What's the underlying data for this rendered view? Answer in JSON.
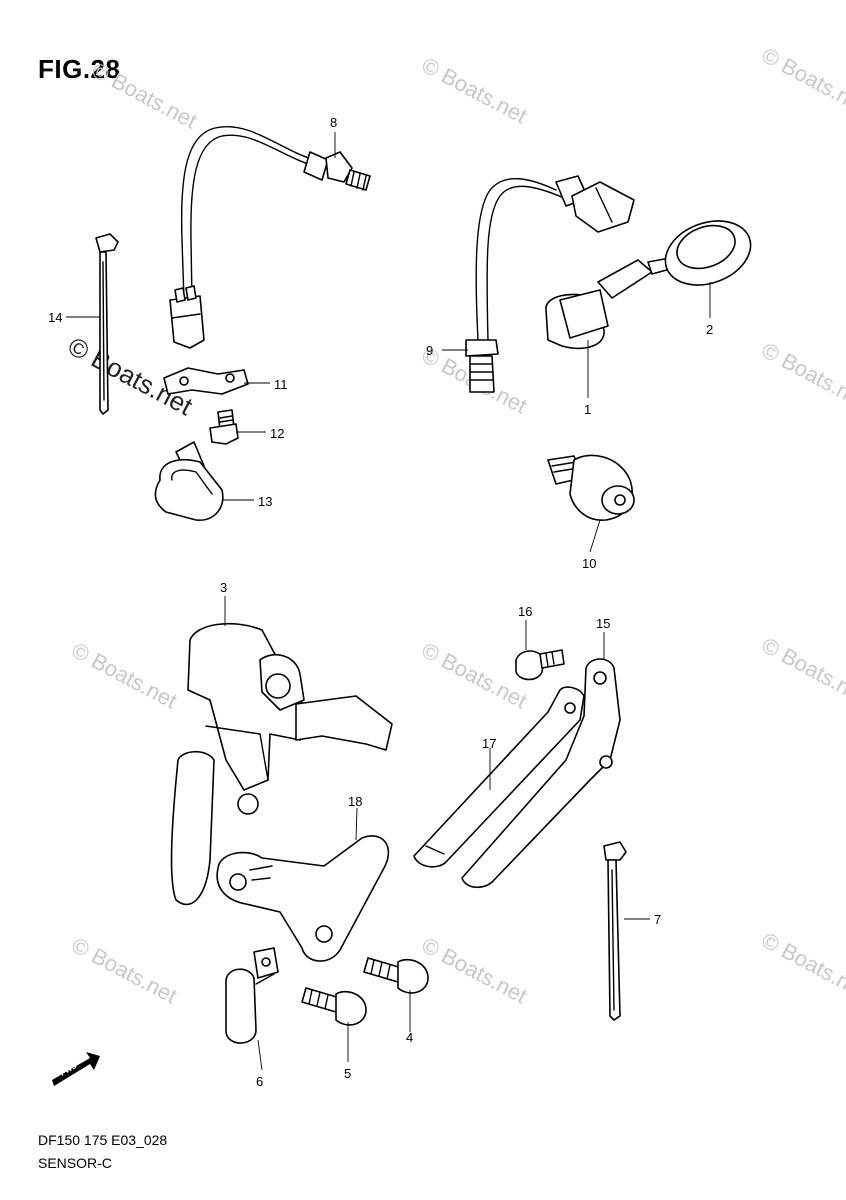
{
  "figure": {
    "title": "FIG.28",
    "code": "DF150 175 E03_028",
    "name": "SENSOR-C",
    "fwd_label": "FWD"
  },
  "watermark": {
    "text": "© Boats.net",
    "big_text": "© Boats.net"
  },
  "callouts": {
    "p1": "1",
    "p2": "2",
    "p3": "3",
    "p4": "4",
    "p5": "5",
    "p6": "6",
    "p7": "7",
    "p8": "8",
    "p9": "9",
    "p10": "10",
    "p11": "11",
    "p12": "12",
    "p13": "13",
    "p14": "14",
    "p15": "15",
    "p16": "16",
    "p17": "17",
    "p18": "18"
  }
}
